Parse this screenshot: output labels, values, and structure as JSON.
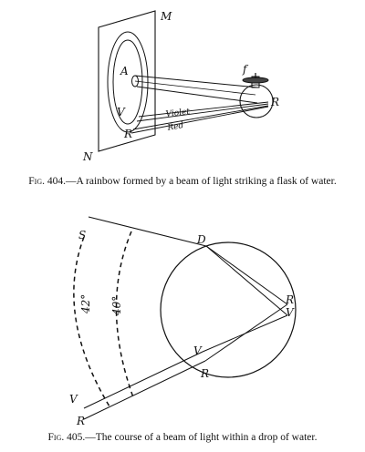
{
  "figure404": {
    "labels": {
      "M": "M",
      "A": "A",
      "f": "f",
      "V": "V",
      "R_screen": "R",
      "R_flask": "R",
      "N": "N",
      "violet": "Violet",
      "red": "Red"
    },
    "caption": {
      "number": "Fig. 404.",
      "text": "—A rainbow formed by a beam of light striking a flask of water."
    }
  },
  "figure405": {
    "labels": {
      "S": "S",
      "D": "D",
      "R": "R",
      "V": "V",
      "V_inner": "V",
      "R_inner": "R",
      "V_outer": "V",
      "R_outer": "R",
      "angle42": "42°",
      "angle40": "40°"
    },
    "caption": {
      "number": "Fig. 405.",
      "text": "—The course of a beam of light within a drop of water."
    }
  }
}
